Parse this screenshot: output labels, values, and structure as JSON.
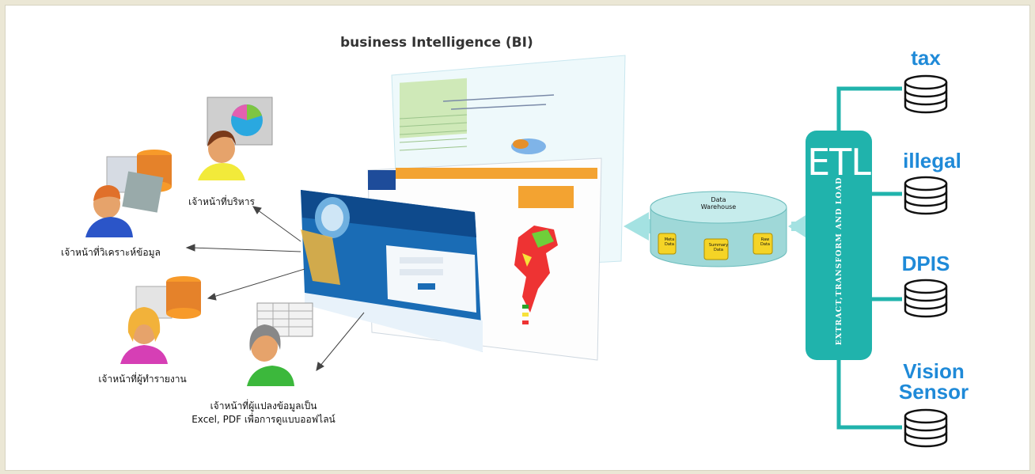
{
  "title": "business Intelligence (BI)",
  "sources": [
    {
      "label": "tax"
    },
    {
      "label": "illegal"
    },
    {
      "label": "DPIS"
    },
    {
      "label": "Vision\nSensor"
    }
  ],
  "etl": {
    "title": "ETL",
    "subtitle": "Extract,Transform and Load"
  },
  "warehouse": {
    "title": "Data\nWarehouse",
    "parts": [
      "Meta\nData",
      "Summary\nData",
      "Raw\nData"
    ]
  },
  "users": [
    {
      "label": "เจ้าหน้าที่บริหาร"
    },
    {
      "label": "เจ้าหน้าที่วิเคราะห์ข้อมูล"
    },
    {
      "label": "เจ้าหน้าที่ผู้ทำรายงาน"
    },
    {
      "label": "เจ้าหน้าที่ผู้แปลงข้อมูลเป็น\nExcel, PDF เพื่อการดูแบบออฟไลน์"
    }
  ],
  "colors": {
    "teal": "#20b3ac",
    "source_text": "#1f8ad8",
    "arrow_light": "#9fe0e0"
  }
}
